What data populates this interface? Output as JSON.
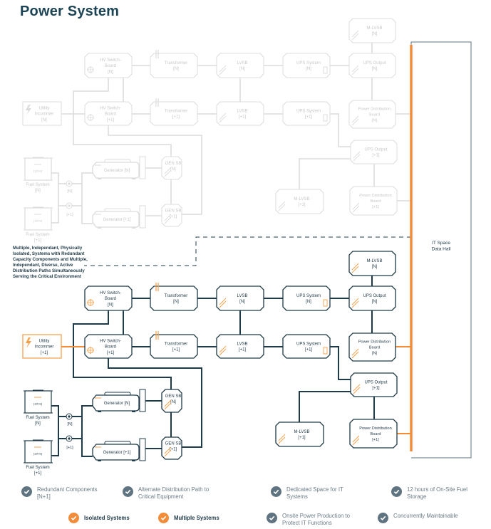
{
  "title": "Power System",
  "note": "Multiple, Independant, Physically Isolated, Systems with Redundant Capacity Components and Multiple, Independant, Diverse, Active Distribution Paths Simultaneously Serving the Critical Environment",
  "it_space": [
    "IT Space",
    "Data Hall"
  ],
  "colors": {
    "accent": "#f5a04a",
    "line": "#1f3a48",
    "faded": "#dcdcdc",
    "bus": "#f28c38",
    "check_gray": "#5f7380",
    "check_orange": "#f28c38"
  },
  "faded_nodes": {
    "utility": [
      "Utility",
      "Incommer",
      "[N]"
    ],
    "hv_n": [
      "HV Switch-",
      "Board",
      "[N]"
    ],
    "hv_p": [
      "HV Switch-",
      "Board",
      "[+1]"
    ],
    "tr_n": [
      "Transformer",
      "[N]"
    ],
    "tr_p": [
      "Transformer",
      "[+1]"
    ],
    "lvsb_n": [
      "LVSB",
      "[N]"
    ],
    "lvsb_p": [
      "LVSB",
      "[+1]"
    ],
    "ups_n": [
      "UPS System",
      "[N]"
    ],
    "ups_p": [
      "UPS System",
      "[+1]"
    ],
    "upso_n": [
      "UPS Output",
      "[N]"
    ],
    "upso_p": [
      "UPS Output",
      "[+1]"
    ],
    "mlvsb_n": [
      "M-LVSB",
      "[N]"
    ],
    "mlvsb_p": [
      "M-LVSB",
      "[+1]"
    ],
    "pdb_n": [
      "Power Distribution",
      "Board",
      "[N]"
    ],
    "pdb_p": [
      "Power Distribution",
      "Board",
      "[+1]"
    ],
    "gen_n": [
      "Generator [N]"
    ],
    "gen_p": [
      "Generator [+1]"
    ],
    "gensb_n": [
      "GEN SB",
      "[N]"
    ],
    "gensb_p": [
      "GEN SB",
      "[+1]"
    ],
    "fuel_n": [
      "Fuel System",
      "[N]"
    ],
    "fuel_p": [
      "Fuel System",
      "[+1]"
    ],
    "tank": "[12hrs]",
    "pump_n": "[N]",
    "pump_p": "[+1]"
  },
  "active_nodes": {
    "utility": [
      "Utility",
      "Incommer",
      "[+1]"
    ],
    "hv_n": [
      "HV Switch-",
      "Board",
      "[N]"
    ],
    "hv_p": [
      "HV Switch-",
      "Board",
      "[+1]"
    ],
    "tr_n": [
      "Transformer",
      "[N]"
    ],
    "tr_p": [
      "Transformer",
      "[+1]"
    ],
    "lvsb_n": [
      "LVSB",
      "[N]"
    ],
    "lvsb_p": [
      "LVSB",
      "[+1]"
    ],
    "ups_n": [
      "UPS System",
      "[N]"
    ],
    "ups_p": [
      "UPS System",
      "[+1]"
    ],
    "upso_n": [
      "UPS Output",
      "[N]"
    ],
    "upso_p": [
      "UPS Output",
      "[+1]"
    ],
    "mlvsb_n": [
      "M-LVSB",
      "[N]"
    ],
    "mlvsb_p": [
      "M-LVSB",
      "[+1]"
    ],
    "pdb_n": [
      "Power Distribution",
      "Board",
      "[N]"
    ],
    "pdb_p": [
      "Power Distribution",
      "Board",
      "[+1]"
    ],
    "gen_n": [
      "Generator [N]"
    ],
    "gen_p": [
      "Generator [+1]"
    ],
    "gensb_n": [
      "GEN SB",
      "[N]"
    ],
    "gensb_p": [
      "GEN SB",
      "[+1]"
    ],
    "fuel_n": [
      "Fuel System",
      "[N]"
    ],
    "fuel_p": [
      "Fuel System",
      "[+1]"
    ],
    "tank": "[12hrs]",
    "pump_n": "[N]",
    "pump_p": "[+1]"
  },
  "legend": [
    {
      "label": "Redundant Components [N+1]",
      "state": "gray"
    },
    {
      "label": "Alternate Distribution Path to Critical Equipment",
      "state": "gray"
    },
    {
      "label": "Dedicated Space for IT Systems",
      "state": "gray"
    },
    {
      "label": "12 hours of On-Site Fuel Storage",
      "state": "gray"
    },
    {
      "label": "Isolated Systems",
      "state": "orange"
    },
    {
      "label": "Multiple Systems",
      "state": "orange"
    },
    {
      "label": "Onsite Power Production to Protect IT Functions",
      "state": "gray"
    },
    {
      "label": "Concurrently Maintainable",
      "state": "gray"
    }
  ]
}
